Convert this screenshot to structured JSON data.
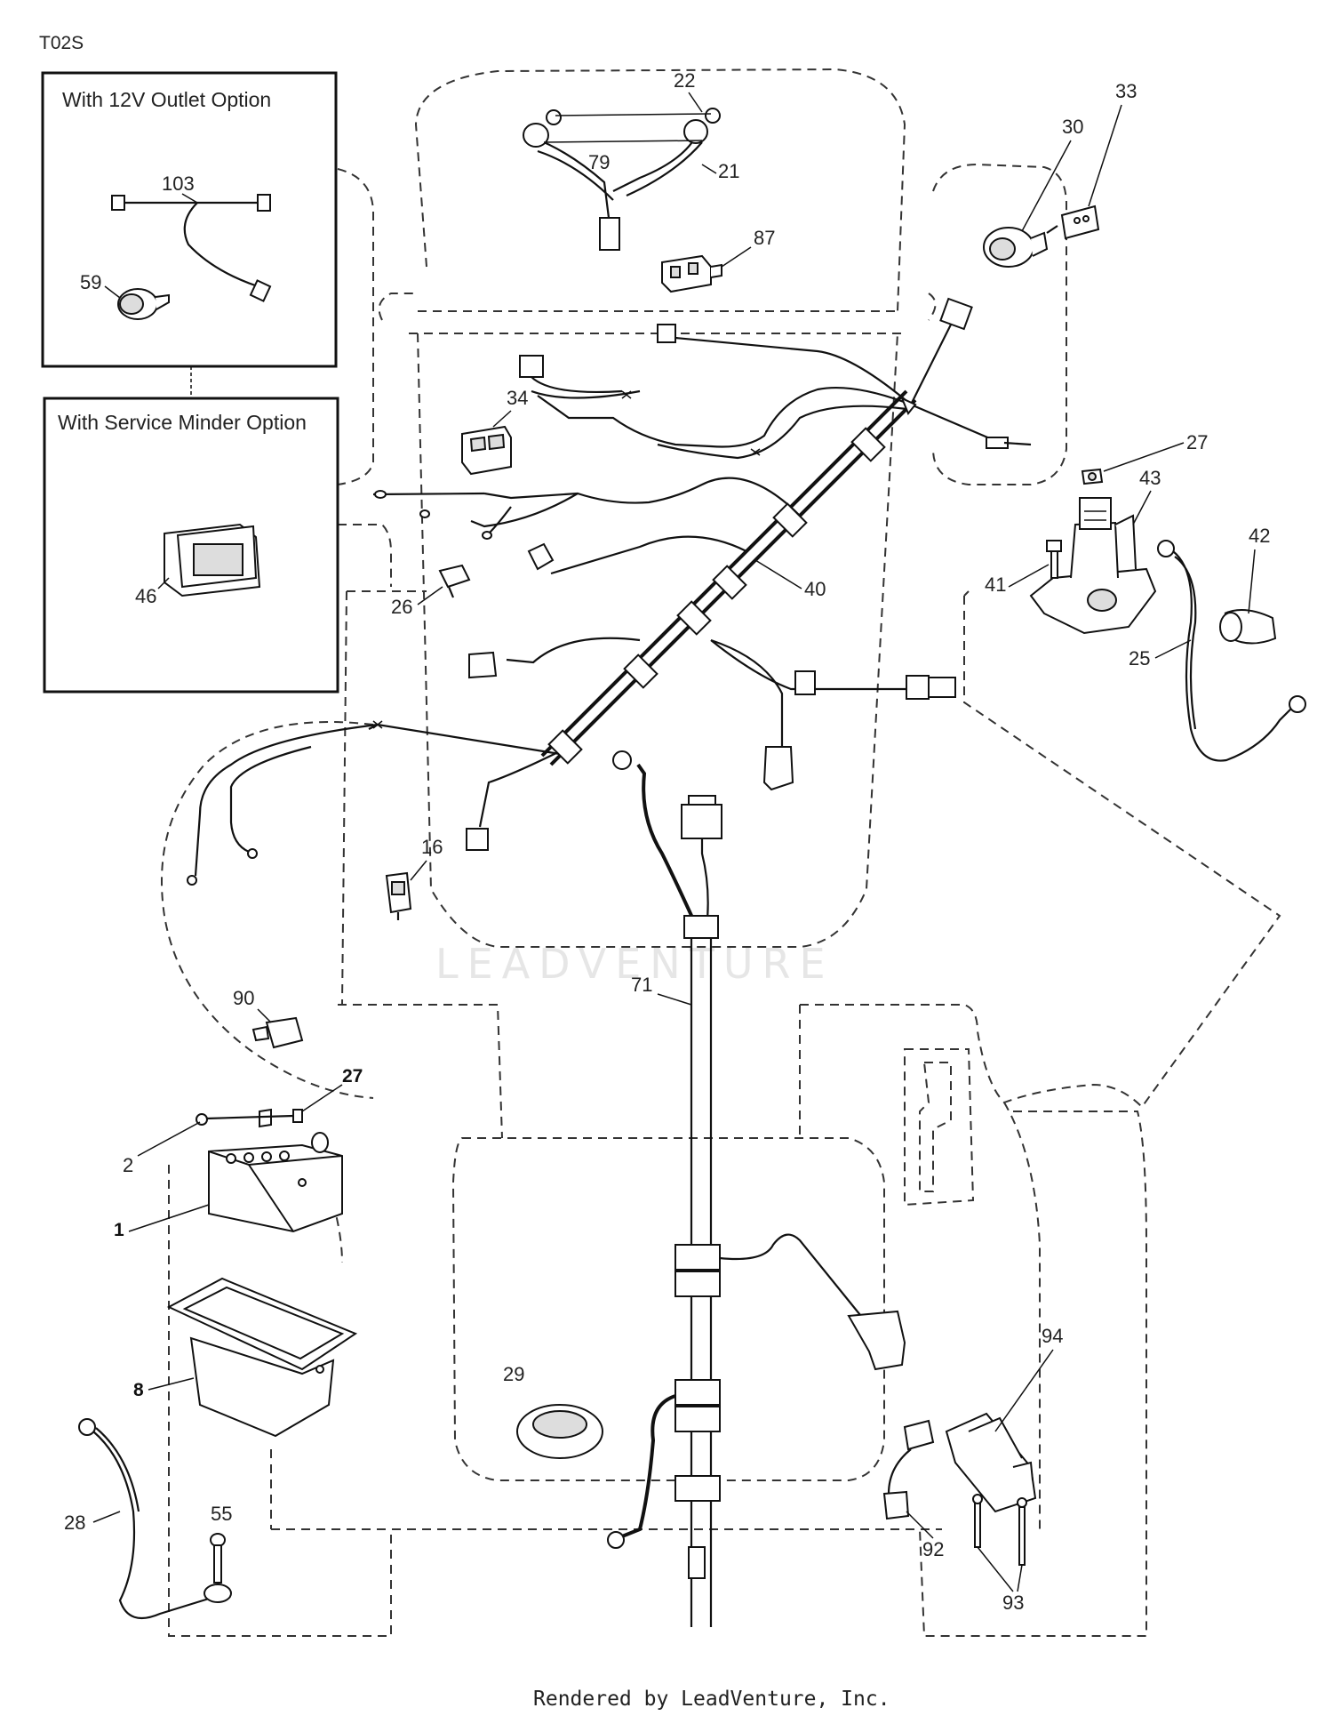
{
  "diagram_code": "T02S",
  "inset_12v": {
    "title": "With 12V Outlet Option",
    "labels": [
      "103",
      "59"
    ]
  },
  "inset_service": {
    "title": "With Service Minder Option",
    "labels": [
      "46"
    ]
  },
  "part_labels": {
    "p22": "22",
    "p79": "79",
    "p21": "21",
    "p33": "33",
    "p30": "30",
    "p87": "87",
    "p34": "34",
    "p27a": "27",
    "p43": "43",
    "p42": "42",
    "p41": "41",
    "p25": "25",
    "p40": "40",
    "p26": "26",
    "p16": "16",
    "p71": "71",
    "p90": "90",
    "p27b": "27",
    "p2": "2",
    "p1": "1",
    "p8": "8",
    "p29": "29",
    "p94": "94",
    "p28": "28",
    "p55": "55",
    "p92": "92",
    "p93": "93"
  },
  "watermark": "LEADVENTURE",
  "footer": "Rendered by LeadVenture, Inc."
}
